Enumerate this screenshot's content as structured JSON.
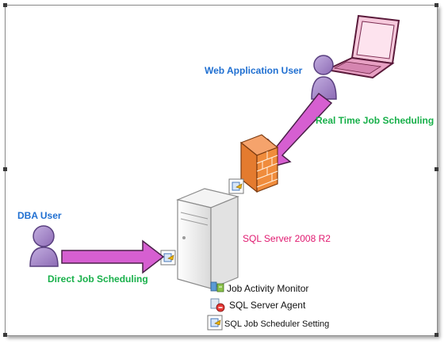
{
  "labels": {
    "web_user": "Web Application User",
    "real_time": "Real Time Job Scheduling",
    "dba_user": "DBA User",
    "direct": "Direct  Job Scheduling",
    "server": "SQL Server 2008 R2"
  },
  "menu": [
    {
      "label": "Job Activity Monitor",
      "icon": "job-activity-icon"
    },
    {
      "label": "SQL Server Agent",
      "icon": "sql-agent-icon"
    },
    {
      "label": "SQL Job Scheduler Setting",
      "icon": "scheduler-setting-icon"
    }
  ],
  "colors": {
    "arrow": "#d65fd1",
    "person": "#a888c8",
    "label_blue": "#1f6fd1",
    "label_green": "#18b04a",
    "label_magenta": "#e0186f"
  }
}
